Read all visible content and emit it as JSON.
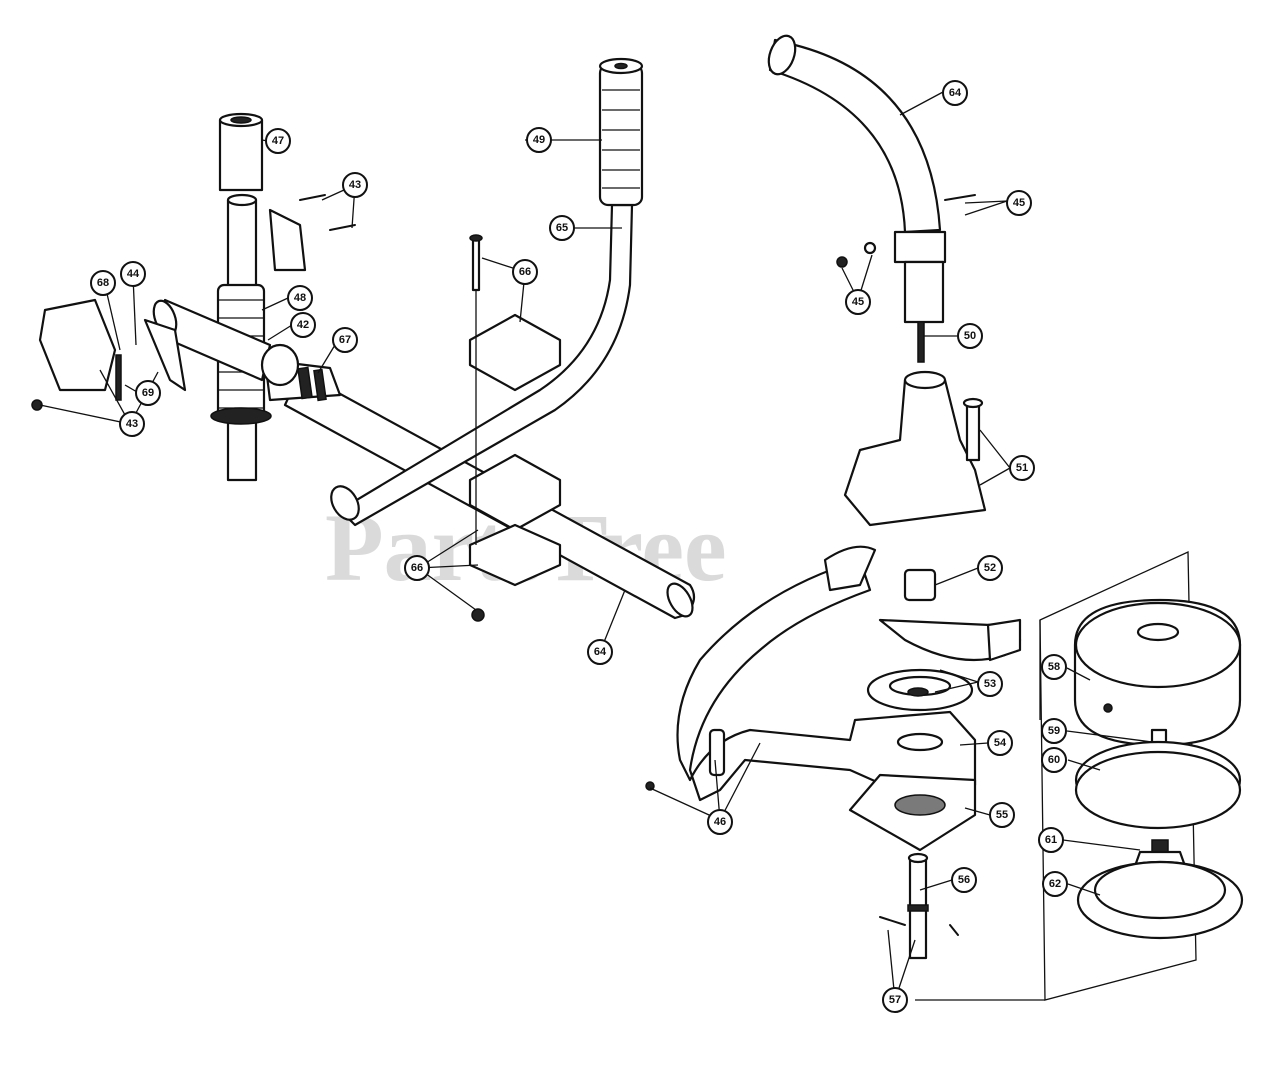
{
  "watermark": {
    "text": "PartsTree",
    "trademark": "™"
  },
  "callouts": [
    {
      "id": "c47",
      "label": "47"
    },
    {
      "id": "c43a",
      "label": "43"
    },
    {
      "id": "c49",
      "label": "49"
    },
    {
      "id": "c65",
      "label": "65"
    },
    {
      "id": "c66a",
      "label": "66"
    },
    {
      "id": "c68",
      "label": "68"
    },
    {
      "id": "c44",
      "label": "44"
    },
    {
      "id": "c48",
      "label": "48"
    },
    {
      "id": "c42",
      "label": "42"
    },
    {
      "id": "c67",
      "label": "67"
    },
    {
      "id": "c69",
      "label": "69"
    },
    {
      "id": "c43b",
      "label": "43"
    },
    {
      "id": "c66b",
      "label": "66"
    },
    {
      "id": "c64a",
      "label": "64"
    },
    {
      "id": "c64b",
      "label": "64"
    },
    {
      "id": "c45a",
      "label": "45"
    },
    {
      "id": "c45b",
      "label": "45"
    },
    {
      "id": "c50",
      "label": "50"
    },
    {
      "id": "c51",
      "label": "51"
    },
    {
      "id": "c52",
      "label": "52"
    },
    {
      "id": "c53",
      "label": "53"
    },
    {
      "id": "c54",
      "label": "54"
    },
    {
      "id": "c55",
      "label": "55"
    },
    {
      "id": "c46",
      "label": "46"
    },
    {
      "id": "c56",
      "label": "56"
    },
    {
      "id": "c57",
      "label": "57"
    },
    {
      "id": "c58",
      "label": "58"
    },
    {
      "id": "c59",
      "label": "59"
    },
    {
      "id": "c60",
      "label": "60"
    },
    {
      "id": "c61",
      "label": "61"
    },
    {
      "id": "c62",
      "label": "62"
    }
  ]
}
